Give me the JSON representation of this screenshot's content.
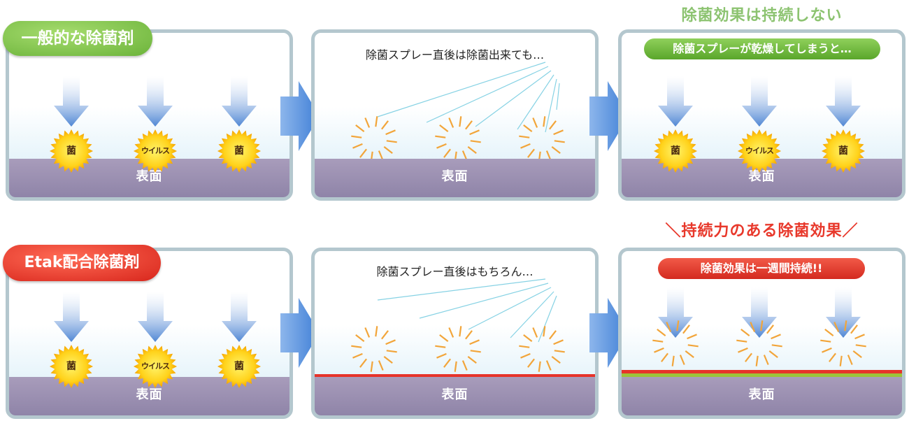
{
  "rows": [
    {
      "badge": "一般的な除菌剤",
      "badge_color": "#7cc04a",
      "surface": "表面",
      "step1": {
        "microbes": [
          "菌",
          "ウイルス",
          "菌"
        ]
      },
      "step2": {
        "caption": "除菌スプレー直後は除菌出来ても…"
      },
      "step3": {
        "heading": "除菌効果は持続しない",
        "banner": "除菌スプレーが乾燥してしまうと…",
        "banner_color": "#6fb53a",
        "microbes": [
          "菌",
          "ウイルス",
          "菌"
        ]
      }
    },
    {
      "badge": "Etak配合除菌剤",
      "badge_color": "#e8382b",
      "surface": "表面",
      "step1": {
        "microbes": [
          "菌",
          "ウイルス",
          "菌"
        ]
      },
      "step2": {
        "caption": "除菌スプレー直後はもちろん…"
      },
      "step3": {
        "heading": "＼持続力のある除菌効果／",
        "banner": "除菌効果は一週間持続!!",
        "banner_color": "#e8382b"
      }
    }
  ],
  "colors": {
    "arrow_blue": "#5b8fd6",
    "coating_red": "#e6332a",
    "coating_green": "#9cc33b",
    "heading_red": "#e8382b",
    "heading_green": "#88c06a"
  }
}
